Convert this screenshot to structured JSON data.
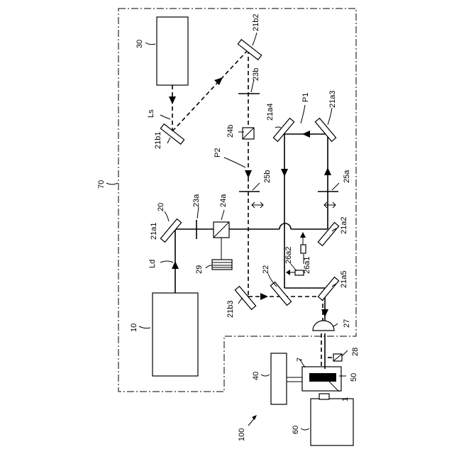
{
  "labels": {
    "system": "100",
    "region": "70",
    "laser_source": "10",
    "source_30": "30",
    "device_40": "40",
    "sample": "50",
    "camera": "60",
    "holder": "7",
    "unit_1": "1",
    "mirror_20": "20",
    "m21a1": "21a1",
    "m21a2": "21a2",
    "m21a3": "21a3",
    "m21a4": "21a4",
    "m21a5": "21a5",
    "m21b1": "21b1",
    "m21b2": "21b2",
    "m21b3": "21b3",
    "bs22": "22",
    "wp23a": "23a",
    "wp23b": "23b",
    "pbs24a": "24a",
    "pbs24b": "24b",
    "wp25a": "25a",
    "wp25b": "25b",
    "det26a1": "26a1",
    "det26a2": "26a2",
    "lens27": "27",
    "sensor28": "28",
    "damper29": "29",
    "path_P1": "P1",
    "path_P2": "P2",
    "beam_Ld": "Ld",
    "beam_Ls": "Ls"
  }
}
